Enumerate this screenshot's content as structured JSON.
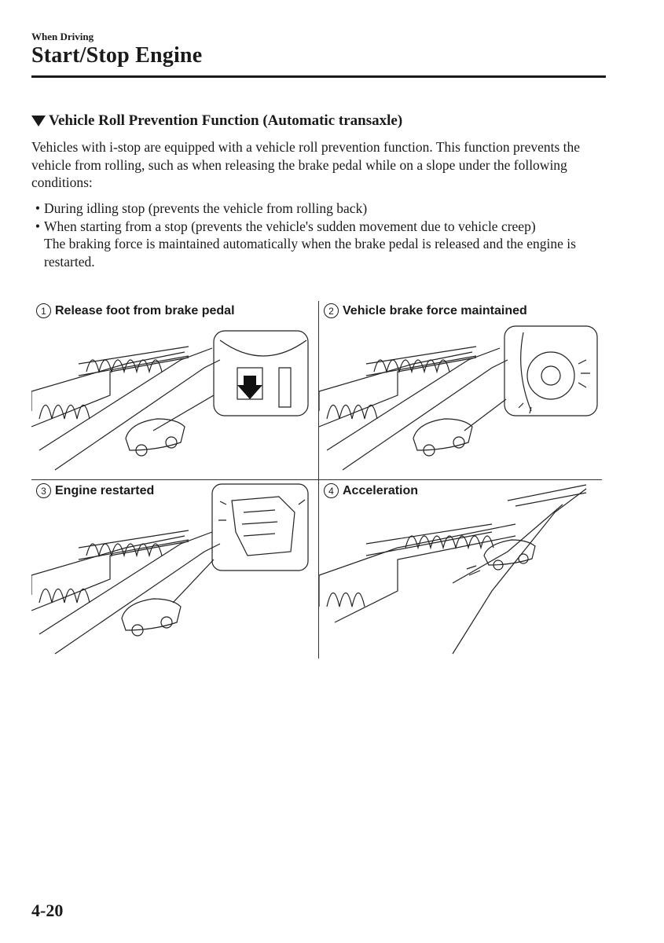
{
  "header": {
    "section": "When Driving",
    "title": "Start/Stop Engine"
  },
  "subheading": "Vehicle Roll Prevention Function (Automatic transaxle)",
  "paragraph": "Vehicles with i-stop are equipped with a vehicle roll prevention function. This function prevents the vehicle from rolling, such as when releasing the brake pedal while on a slope under the following conditions:",
  "bullets": [
    "During idling stop (prevents the vehicle from rolling back)",
    "When starting from a stop (prevents the vehicle's sudden movement due to vehicle creep)"
  ],
  "bullet_continuation": "The braking force is maintained automatically when the brake pedal is released and the engine is restarted.",
  "figure": {
    "panels": [
      {
        "number": "1",
        "caption": "Release foot from brake pedal"
      },
      {
        "number": "2",
        "caption": "Vehicle brake force maintained"
      },
      {
        "number": "3",
        "caption": "Engine restarted"
      },
      {
        "number": "4",
        "caption": "Acceleration"
      }
    ]
  },
  "page_number": "4-20"
}
